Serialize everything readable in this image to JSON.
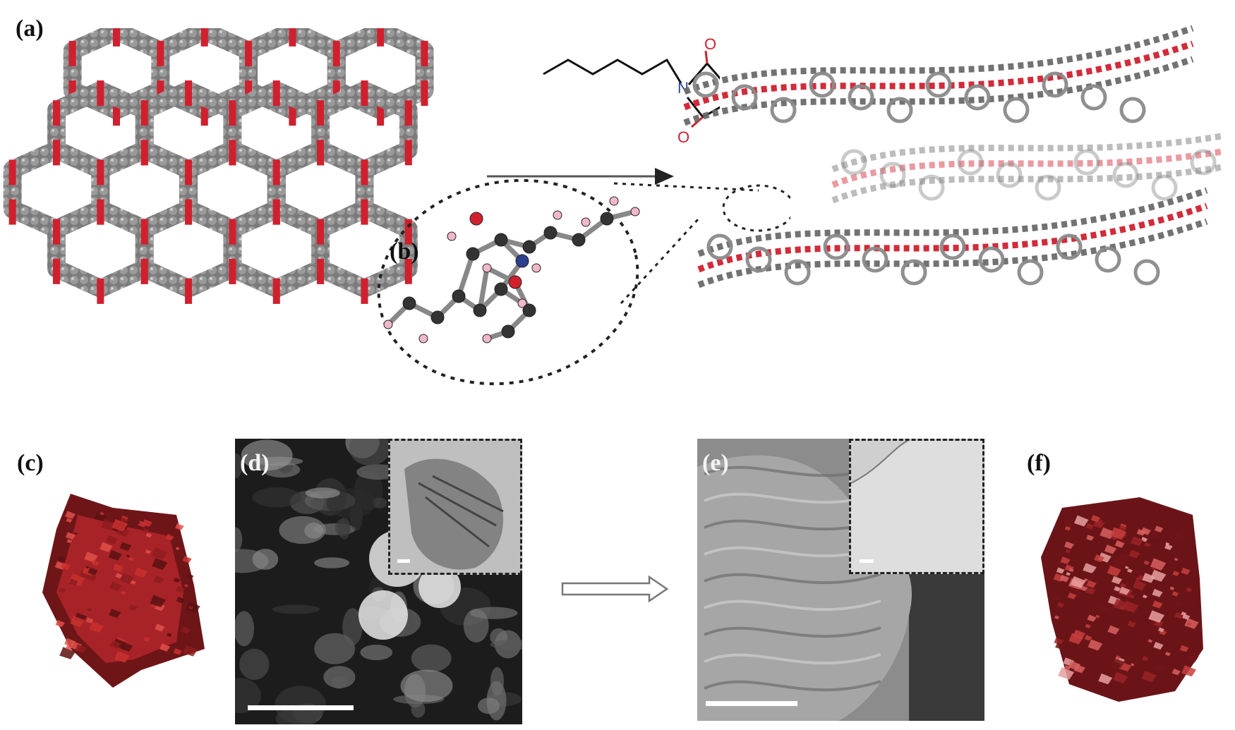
{
  "figure": {
    "panels": {
      "a": "(a)",
      "b": "(b)",
      "c": "(c)",
      "d": "(d)",
      "e": "(e)",
      "f": "(f)"
    },
    "molecule_atoms": {
      "oxygen_top": "O",
      "nitrogen": "N",
      "oxygen_bottom": "O"
    }
  },
  "colors": {
    "oxygen": "#d0202e",
    "nitrogen": "#2c3e8c",
    "carbon": "#555555",
    "hydrogen": "#f0b8c8",
    "powder_red": "#b3262a",
    "sem_gray": "#8a8a8a"
  }
}
